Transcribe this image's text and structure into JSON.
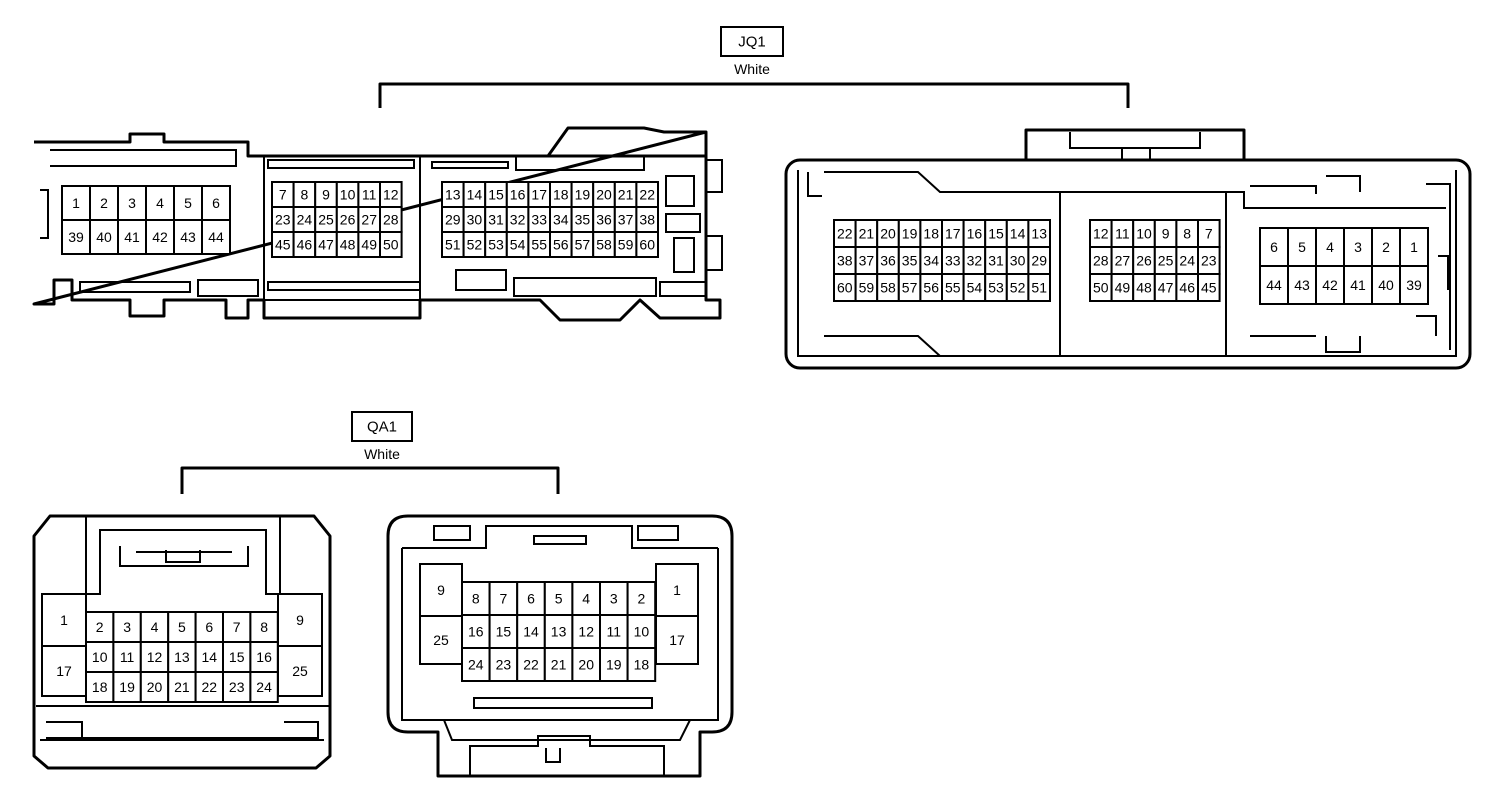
{
  "connectors": [
    {
      "id": "JQ1",
      "color": "White",
      "views": [
        {
          "blocks": [
            {
              "rows": [
                [
                  "1",
                  "2",
                  "3",
                  "4",
                  "5",
                  "6"
                ],
                [
                  "39",
                  "40",
                  "41",
                  "42",
                  "43",
                  "44"
                ]
              ]
            },
            {
              "rows": [
                [
                  "7",
                  "8",
                  "9",
                  "10",
                  "11",
                  "12"
                ],
                [
                  "23",
                  "24",
                  "25",
                  "26",
                  "27",
                  "28"
                ],
                [
                  "45",
                  "46",
                  "47",
                  "48",
                  "49",
                  "50"
                ]
              ]
            },
            {
              "rows": [
                [
                  "13",
                  "14",
                  "15",
                  "16",
                  "17",
                  "18",
                  "19",
                  "20",
                  "21",
                  "22"
                ],
                [
                  "29",
                  "30",
                  "31",
                  "32",
                  "33",
                  "34",
                  "35",
                  "36",
                  "37",
                  "38"
                ],
                [
                  "51",
                  "52",
                  "53",
                  "54",
                  "55",
                  "56",
                  "57",
                  "58",
                  "59",
                  "60"
                ]
              ]
            }
          ]
        },
        {
          "blocks": [
            {
              "rows": [
                [
                  "22",
                  "21",
                  "20",
                  "19",
                  "18",
                  "17",
                  "16",
                  "15",
                  "14",
                  "13"
                ],
                [
                  "38",
                  "37",
                  "36",
                  "35",
                  "34",
                  "33",
                  "32",
                  "31",
                  "30",
                  "29"
                ],
                [
                  "60",
                  "59",
                  "58",
                  "57",
                  "56",
                  "55",
                  "54",
                  "53",
                  "52",
                  "51"
                ]
              ]
            },
            {
              "rows": [
                [
                  "12",
                  "11",
                  "10",
                  "9",
                  "8",
                  "7"
                ],
                [
                  "28",
                  "27",
                  "26",
                  "25",
                  "24",
                  "23"
                ],
                [
                  "50",
                  "49",
                  "48",
                  "47",
                  "46",
                  "45"
                ]
              ]
            },
            {
              "rows": [
                [
                  "6",
                  "5",
                  "4",
                  "3",
                  "2",
                  "1"
                ],
                [
                  "44",
                  "43",
                  "42",
                  "41",
                  "40",
                  "39"
                ]
              ]
            }
          ]
        }
      ]
    },
    {
      "id": "QA1",
      "color": "White",
      "views": [
        {
          "side_left": [
            "1",
            "17"
          ],
          "rows": [
            [
              "2",
              "3",
              "4",
              "5",
              "6",
              "7",
              "8"
            ],
            [
              "10",
              "11",
              "12",
              "13",
              "14",
              "15",
              "16"
            ],
            [
              "18",
              "19",
              "20",
              "21",
              "22",
              "23",
              "24"
            ]
          ],
          "side_right": [
            "9",
            "25"
          ]
        },
        {
          "side_left": [
            "9",
            "25"
          ],
          "rows": [
            [
              "8",
              "7",
              "6",
              "5",
              "4",
              "3",
              "2"
            ],
            [
              "16",
              "15",
              "14",
              "13",
              "12",
              "11",
              "10"
            ],
            [
              "24",
              "23",
              "22",
              "21",
              "20",
              "19",
              "18"
            ]
          ],
          "side_right": [
            "1",
            "17"
          ]
        }
      ]
    }
  ]
}
